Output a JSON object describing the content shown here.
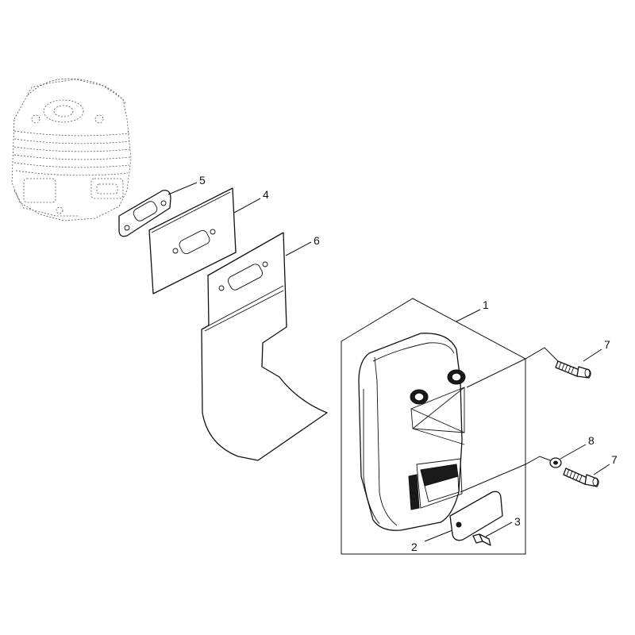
{
  "callouts": [
    {
      "id": "muffler",
      "label": "1"
    },
    {
      "id": "cover-plate",
      "label": "2"
    },
    {
      "id": "small-screw",
      "label": "3"
    },
    {
      "id": "gasket-plate",
      "label": "4"
    },
    {
      "id": "gasket-small",
      "label": "5"
    },
    {
      "id": "heat-shield",
      "label": "6"
    },
    {
      "id": "bolt-upper",
      "label": "7"
    },
    {
      "id": "washer",
      "label": "8"
    },
    {
      "id": "bolt-lower",
      "label": "7"
    }
  ]
}
